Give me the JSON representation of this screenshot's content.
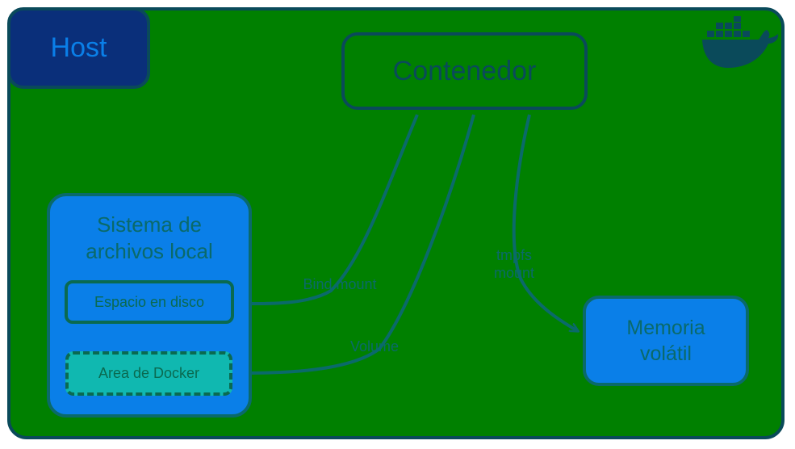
{
  "host": {
    "label": "Host"
  },
  "container": {
    "label": "Contenedor"
  },
  "local_fs": {
    "title": "Sistema de\narchivos local",
    "disk_space": "Espacio en disco",
    "docker_area": "Area de Docker"
  },
  "memory": {
    "label": "Memoria\nvolátil"
  },
  "edges": {
    "bind_mount": "Bind mount",
    "volume": "Volume",
    "tmpfs_mount": "tmpfs\nmount"
  },
  "logo": {
    "icon": "docker-whale-icon"
  },
  "colors": {
    "host_fill": "#008000",
    "host_badge_fill": "#0a2f7a",
    "blue_box": "#0a7fe8",
    "teal_box": "#10b8b0",
    "stroke": "#0a4a5a",
    "edge": "#0a6a6a"
  }
}
